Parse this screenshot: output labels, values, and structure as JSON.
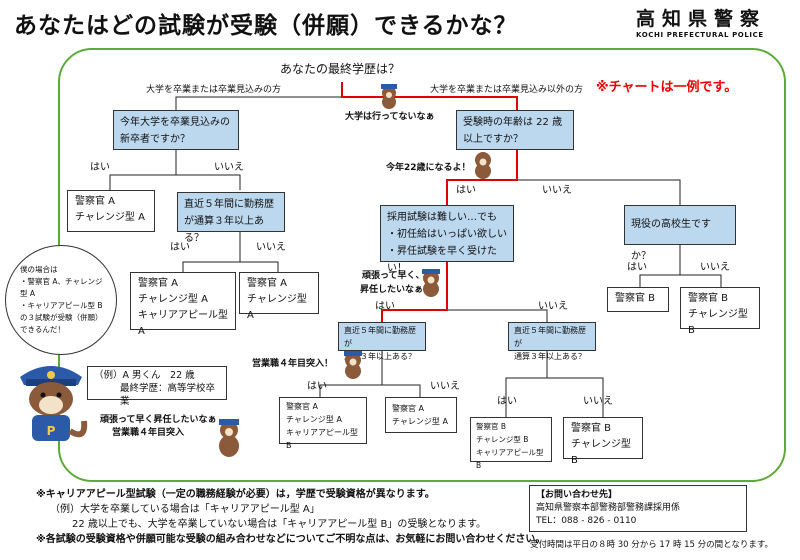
{
  "header": {
    "title": "あなたはどの試験が受験（併願）できるかな？",
    "logo_jp": "高知県警察",
    "logo_en": "KOCHI PREFECTURAL POLICE"
  },
  "chart": {
    "root_question": "あなたの最終学歴は？",
    "branch_left": "大学を卒業または卒業見込みの方",
    "branch_right": "大学を卒業または卒業見込み以外の方",
    "note_example": "※チャートは一例です。",
    "q_new_grad": "今年大学を卒業見込みの新卒者ですか？",
    "q_age22": "受験時の年齢は 22 歳以上ですか？",
    "q_work5_left": "直近５年間に勤務歴が通算３年以上ある？",
    "q_wish_l1": "採用試験は難しい…でも",
    "q_wish_l2": "・初任給はいっぱい欲しい",
    "q_wish_l3": "・昇任試験を早く受けたい！",
    "q_highschool": "現役の高校生ですか？",
    "q_work5_mid_a": "直近５年間に勤務歴が",
    "q_work5_mid_b": "通算３年以上ある？",
    "yes": "はい",
    "no": "いいえ"
  },
  "results": {
    "r1": [
      "警察官 A",
      "チャレンジ型 A"
    ],
    "r2": [
      "警察官 A",
      "チャレンジ型 A",
      "キャリアアピール型 A"
    ],
    "r3": [
      "警察官 A",
      "チャレンジ型 A"
    ],
    "r4": [
      "警察官 A",
      "チャレンジ型 A",
      "キャリアアピール型 B"
    ],
    "r5": [
      "警察官 A",
      "チャレンジ型 A"
    ],
    "r6": [
      "警察官 B",
      "チャレンジ型 B",
      "キャリアアピール型 B"
    ],
    "r7": [
      "警察官 B",
      "チャレンジ型 B"
    ],
    "r8": [
      "警察官 B"
    ],
    "r9": [
      "警察官 B",
      "チャレンジ型 B"
    ]
  },
  "captions": {
    "no_university": "大学は行ってないなぁ",
    "age22": "今年22歳になるよ！",
    "want_promotion_a": "頑張って早く、",
    "want_promotion_b": "昇任したいなぁ！",
    "work4yrs": "営業職４年目突入！",
    "mascot_a": "頑張って早く昇任したいなぁ",
    "mascot_b": "営業職４年目突入"
  },
  "bubble": {
    "l1": "僕の場合は",
    "l2": "・警察官 A、チャレンジ型 A",
    "l3": "・キャリアアピール型 B",
    "l4": "の３試験が受験（併願）",
    "l5": "できるんだ！"
  },
  "example": {
    "l1": "（例）A 男くん　22 歳",
    "l2": "最終学歴：高等学校卒業"
  },
  "notes": {
    "n1": "※キャリアアピール型試験（一定の職務経験が必要）は，学歴で受験資格が異なります。",
    "n2": "（例）大学を卒業している場合は「キャリアアピール型 A」",
    "n3": "22 歳以上でも、大学を卒業していない場合は「キャリアアピール型 B」の受験となります。",
    "n4": "※各試験の受験資格や併願可能な受験の組み合わせなどについてご不明な点は、お気軽にお問い合わせください。"
  },
  "contact": {
    "heading": "【お問い合わせ先】",
    "dept": "高知県警察本部警務部警務課採用係",
    "tel": "TEL：088 - 826 - 0110",
    "hours": "受付時間は平日の８時 30 分から 17 時 15 分の間となります。"
  },
  "colors": {
    "frame": "#5caa3a",
    "question_box": "#bcd8ef",
    "highlight": "#e00000",
    "mascot": "#2a5aa8"
  }
}
